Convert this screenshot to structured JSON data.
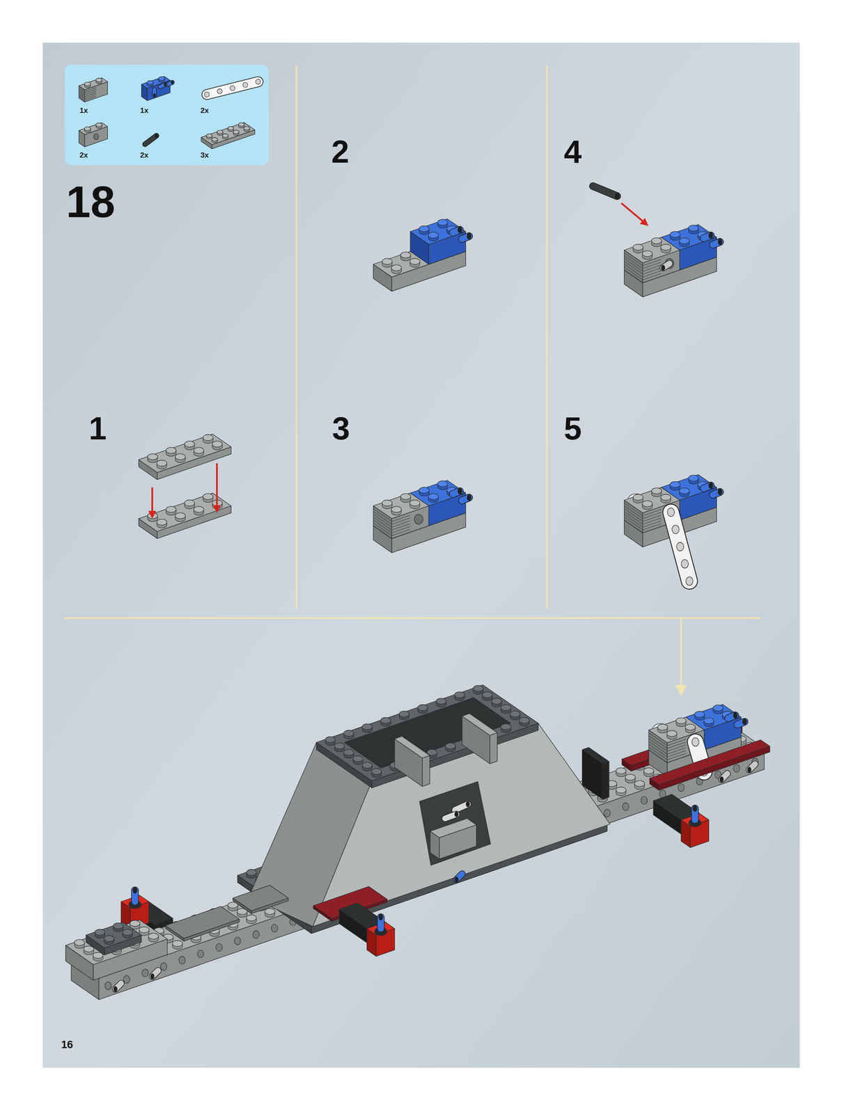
{
  "diagram": {
    "nodes": [
      {
        "text": [
          "1x",
          "1x",
          "2x",
          "2x",
          "2x",
          "3x"
        ]
      }
    ],
    "labels": [
      "18",
      "2",
      "4",
      "1",
      "3",
      "5",
      "16"
    ]
  }
}
